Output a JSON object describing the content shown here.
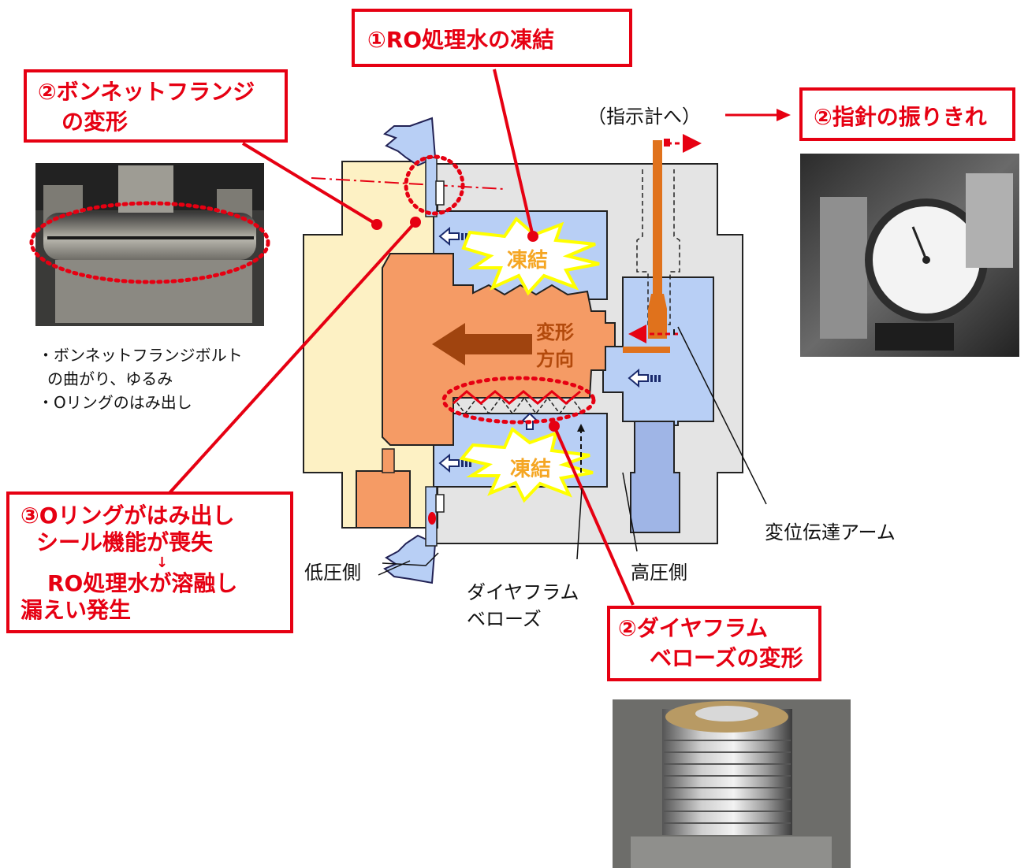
{
  "callouts": {
    "freeze_ro_water": "①RO処理水の凍結",
    "bonnet_flange_line1": "②ボンネットフランジ",
    "bonnet_flange_line2": "の変形",
    "needle_swing": "②指針の振りきれ",
    "oring_line1": "③Oリングがはみ出し",
    "oring_line2": "シール機能が喪失",
    "oring_arrow": "↓",
    "oring_line3": "RO処理水が溶融し",
    "oring_line4": "漏えい発生",
    "diaphragm_line1": "②ダイヤフラム",
    "diaphragm_line2": "ベローズの変形"
  },
  "labels": {
    "to_indicator": "（指示計へ）",
    "bullet1_line1": "・ボンネットフランジボルト",
    "bullet1_line2": "の曲がり、ゆるみ",
    "bullet2": "・Oリングのはみ出し",
    "low_pressure": "低圧側",
    "high_pressure": "高圧側",
    "diaphragm_bellows_line1": "ダイヤフラム",
    "diaphragm_bellows_line2": "ベローズ",
    "displacement_arm": "変位伝達アーム",
    "freeze_upper": "凍結",
    "freeze_lower": "凍結",
    "deform_dir_line1": "変形",
    "deform_dir_line2": "方向"
  },
  "colors": {
    "callout_red": "#e60012",
    "low_side_body": "#fdf1c4",
    "orange_part": "#f59b65",
    "water_blue": "#b8cff5",
    "housing_gray": "#e4e4e4",
    "burst_yellow": "#ffff33",
    "arrow_brown": "#a0440f"
  },
  "icons": {
    "clamp": "clamp-icon",
    "burst": "starburst-icon",
    "pressure_arrow": "pressure-arrow-icon"
  }
}
